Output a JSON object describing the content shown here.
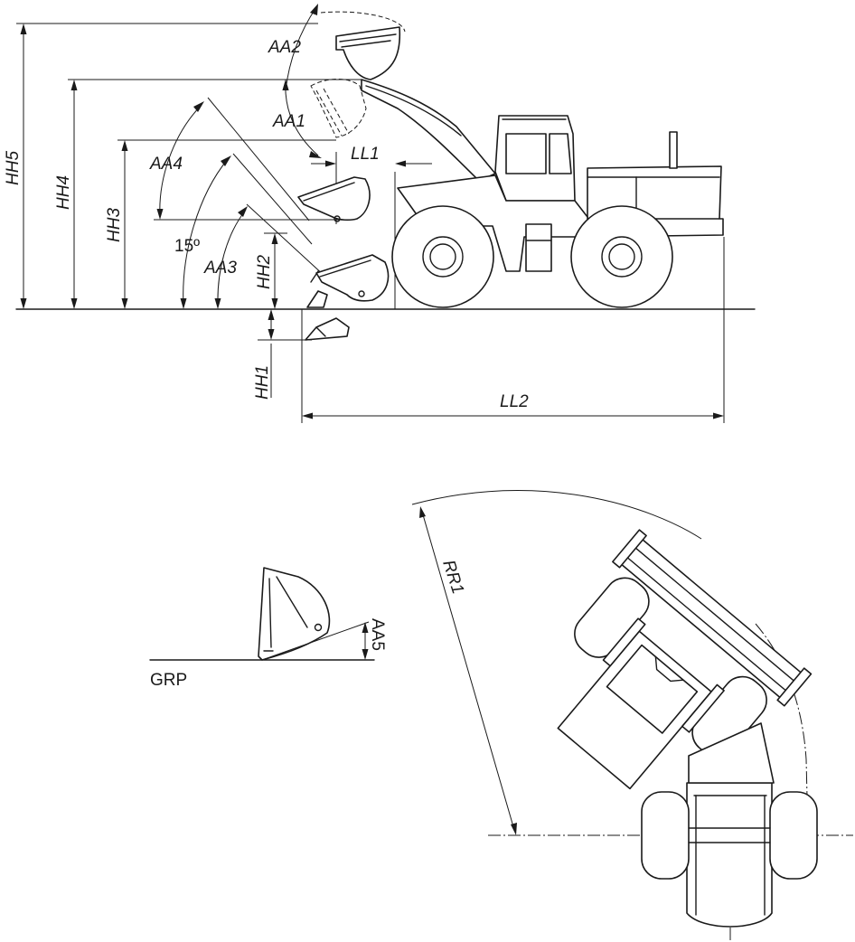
{
  "labels": {
    "hh5": "HH5",
    "hh4": "HH4",
    "hh3": "HH3",
    "hh2": "HH2",
    "hh1": "HH1",
    "aa1": "AA1",
    "aa2": "AA2",
    "aa3": "AA3",
    "aa4": "AA4",
    "aa5": "AA5",
    "angle15": "15º",
    "ll1": "LL1",
    "ll2": "LL2",
    "rr1": "RR1",
    "grp": "GRP"
  }
}
